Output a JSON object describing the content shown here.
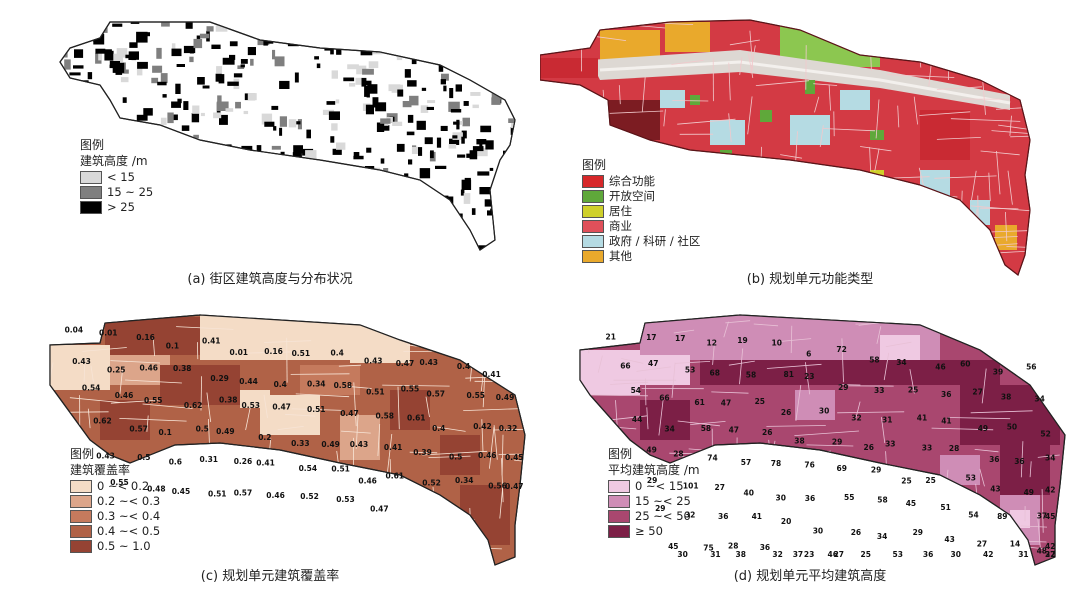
{
  "panels": {
    "a": {
      "caption": "(a) 街区建筑高度与分布状况",
      "legend_title": "图例",
      "legend_subtitle": "建筑高度 /m",
      "legend": [
        {
          "label": "< 15",
          "color": "#d9d9d9"
        },
        {
          "label": "15 ~ 25",
          "color": "#7f7f7f"
        },
        {
          "label": "> 25",
          "color": "#000000"
        }
      ]
    },
    "b": {
      "caption": "(b) 规划单元功能类型",
      "legend_title": "图例",
      "legend": [
        {
          "label": "综合功能",
          "color": "#d7282a"
        },
        {
          "label": "开放空间",
          "color": "#5fa83a"
        },
        {
          "label": "居住",
          "color": "#cfd02a"
        },
        {
          "label": "商业",
          "color": "#e0505a"
        },
        {
          "label": "政府 / 科研 / 社区",
          "color": "#b5dbe3"
        },
        {
          "label": "其他",
          "color": "#e9a92c"
        }
      ]
    },
    "c": {
      "caption": "(c) 规划单元建筑覆盖率",
      "legend_title": "图例",
      "legend_subtitle": "建筑覆盖率",
      "legend": [
        {
          "label": "0 ~< 0.2",
          "color": "#f4dcc6"
        },
        {
          "label": "0.2 ~< 0.3",
          "color": "#dca58a"
        },
        {
          "label": "0.3 ~< 0.4",
          "color": "#c57a5d"
        },
        {
          "label": "0.4 ~< 0.5",
          "color": "#b06247"
        },
        {
          "label": "0.5 ~ 1.0",
          "color": "#954333"
        }
      ],
      "unit_labels": [
        "0.04",
        "0.01",
        "0.16",
        "0.1",
        "0.41",
        "0.01",
        "0.16",
        "0.51",
        "0.4",
        "0.43",
        "0.47",
        "0.43",
        "0.4",
        "0.41",
        "0.43",
        "0.25",
        "0.46",
        "0.38",
        "0.29",
        "0.44",
        "0.4",
        "0.34",
        "0.58",
        "0.51",
        "0.55",
        "0.57",
        "0.55",
        "0.49",
        "0.54",
        "0.46",
        "0.55",
        "0.62",
        "0.38",
        "0.53",
        "0.47",
        "0.51",
        "0.47",
        "0.58",
        "0.61",
        "0.4",
        "0.42",
        "0.32",
        "0.62",
        "0.57",
        "0.1",
        "0.5",
        "0.49",
        "0.2",
        "0.33",
        "0.49",
        "0.43",
        "0.41",
        "0.39",
        "0.5",
        "0.46",
        "0.45",
        "0.43",
        "0.5",
        "0.6",
        "0.31",
        "0.26",
        "0.41",
        "0.54",
        "0.51",
        "0.46",
        "0.61",
        "0.52",
        "0.34",
        "0.56",
        "0.47",
        "0.55",
        "0.48",
        "0.45",
        "0.51",
        "0.57",
        "0.46",
        "0.52",
        "0.53",
        "0.47"
      ]
    },
    "d": {
      "caption": "(d) 规划单元平均建筑高度",
      "legend_title": "图例",
      "legend_subtitle": "平均建筑高度 /m",
      "legend": [
        {
          "label": "0 ~< 15",
          "color": "#efc9e2"
        },
        {
          "label": "15 ~< 25",
          "color": "#cf8db6"
        },
        {
          "label": "25 ~< 50",
          "color": "#a9476f"
        },
        {
          "label": "≥ 50",
          "color": "#7c1f46"
        }
      ],
      "unit_labels": [
        "21",
        "17",
        "17",
        "12",
        "19",
        "10",
        "6",
        "72",
        "58",
        "34",
        "46",
        "60",
        "39",
        "56",
        "66",
        "47",
        "53",
        "68",
        "58",
        "81",
        "23",
        "29",
        "33",
        "25",
        "36",
        "27",
        "38",
        "34",
        "54",
        "66",
        "61",
        "47",
        "25",
        "26",
        "30",
        "32",
        "31",
        "41",
        "41",
        "49",
        "50",
        "52",
        "44",
        "34",
        "58",
        "47",
        "26",
        "38",
        "29",
        "26",
        "33",
        "33",
        "28",
        "36",
        "36",
        "34",
        "49",
        "28",
        "74",
        "57",
        "78",
        "76",
        "69",
        "29",
        "25",
        "25",
        "53",
        "43",
        "49",
        "42",
        "29",
        "101",
        "27",
        "40",
        "30",
        "36",
        "55",
        "58",
        "45",
        "51",
        "54",
        "89",
        "37",
        "45",
        "29",
        "32",
        "36",
        "41",
        "20",
        "30",
        "26",
        "34",
        "29",
        "43",
        "27",
        "14",
        "48",
        "42",
        "45",
        "75",
        "28",
        "36",
        "37",
        "46",
        "25",
        "53",
        "36",
        "30",
        "42",
        "31",
        "37",
        "22",
        "30",
        "31",
        "38",
        "32",
        "23",
        "27"
      ]
    }
  }
}
